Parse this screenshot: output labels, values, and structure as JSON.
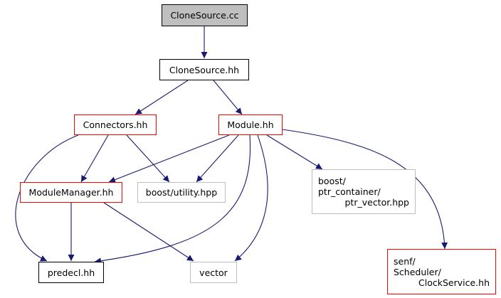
{
  "graph": {
    "nodes": {
      "clone_source_cc": {
        "label": "CloneSource.cc",
        "style": "current"
      },
      "clone_source_hh": {
        "label": "CloneSource.hh",
        "style": "black"
      },
      "connectors_hh": {
        "label": "Connectors.hh",
        "style": "red"
      },
      "module_hh": {
        "label": "Module.hh",
        "style": "red"
      },
      "module_manager_hh": {
        "label": "ModuleManager.hh",
        "style": "red"
      },
      "boost_utility": {
        "label": "boost/utility.hpp",
        "style": "gray"
      },
      "ptr_vector": {
        "lines": [
          "boost/",
          "ptr_container/",
          "ptr_vector.hpp"
        ],
        "style": "gray"
      },
      "predecl_hh": {
        "label": "predecl.hh",
        "style": "black"
      },
      "vector": {
        "label": "vector",
        "style": "gray"
      },
      "clock_service": {
        "lines": [
          "senf/",
          "Scheduler/",
          "ClockService.hh"
        ],
        "style": "red"
      }
    },
    "colors": {
      "edge": "#191970",
      "red_border": "#ff0000",
      "gray_border": "#bfbfbf",
      "current_fill": "#bfbfbf"
    }
  }
}
